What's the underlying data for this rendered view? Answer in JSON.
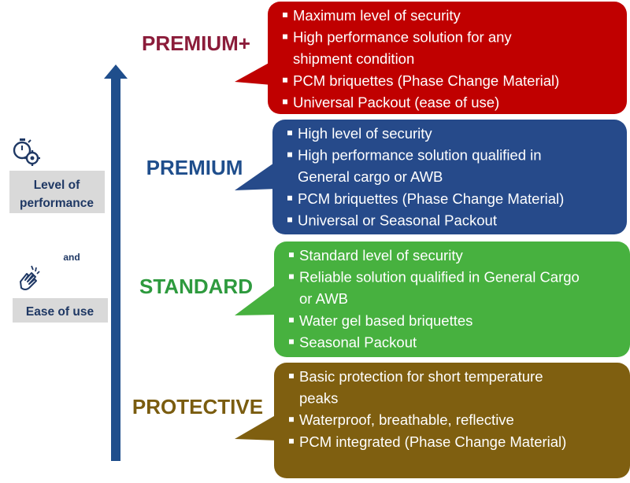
{
  "side_panel": {
    "performance_icon": "stopwatch-gear-icon",
    "performance_label_line1": "Level of",
    "performance_label_line2": "performance",
    "and_text": "and",
    "ease_icon": "hand-gesture-icon",
    "ease_label": "Ease of use"
  },
  "colors": {
    "arrow": "#1f4e8c",
    "label_box": "#d9d9d9",
    "label_text": "#1f3864"
  },
  "tiers": [
    {
      "name": "PREMIUM+",
      "name_color": "#8b1c3a",
      "box_color": "#c00000",
      "bullets": [
        [
          "Maximum level of security"
        ],
        [
          "High performance solution for any",
          "shipment condition"
        ],
        [
          "PCM briquettes  (Phase Change Material)"
        ],
        [
          "Universal Packout (ease of use)"
        ]
      ]
    },
    {
      "name": "PREMIUM",
      "name_color": "#1f4e8c",
      "box_color": "#264a8a",
      "bullets": [
        [
          "High level of security"
        ],
        [
          "High performance solution qualified in",
          "General cargo or AWB"
        ],
        [
          "PCM briquettes  (Phase Change Material)"
        ],
        [
          "Universal or Seasonal Packout"
        ]
      ]
    },
    {
      "name": "STANDARD",
      "name_color": "#2e9a3e",
      "box_color": "#47b13f",
      "bullets": [
        [
          "Standard level of security"
        ],
        [
          "Reliable solution qualified in General Cargo",
          "or AWB"
        ],
        [
          "Water gel based briquettes"
        ],
        [
          "Seasonal Packout"
        ]
      ]
    },
    {
      "name": "PROTECTIVE",
      "name_color": "#7a5c0f",
      "box_color": "#7f5f10",
      "bullets": [
        [
          "Basic protection for short temperature",
          "peaks"
        ],
        [
          "Waterproof, breathable, reflective"
        ],
        [
          "PCM integrated  (Phase Change Material)"
        ]
      ]
    }
  ]
}
